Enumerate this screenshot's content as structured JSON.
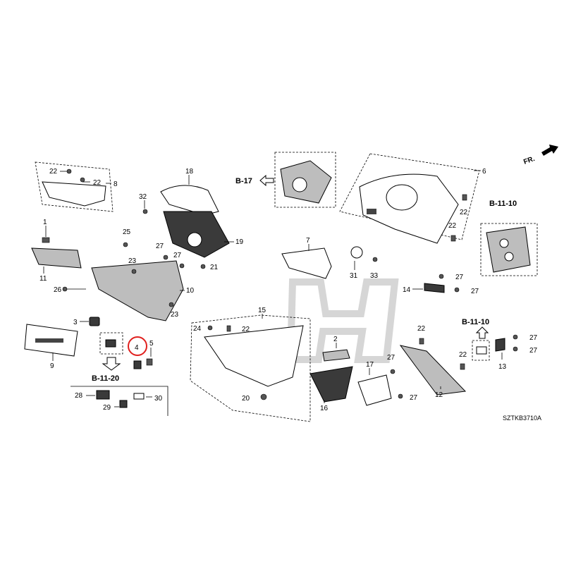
{
  "diagram": {
    "drawing_code": "SZTKB3710A",
    "direction_label": "FR.",
    "highlighted_part": "4",
    "highlight_color": "#e0201e",
    "references": [
      "B-17",
      "B-11-10",
      "B-11-10",
      "B-11-20"
    ],
    "callouts": {
      "c1": "1",
      "c2": "2",
      "c3": "3",
      "c4": "4",
      "c5": "5",
      "c6": "6",
      "c7": "7",
      "c8": "8",
      "c9": "9",
      "c10": "10",
      "c11": "11",
      "c12": "12",
      "c13": "13",
      "c14": "14",
      "c15": "15",
      "c16": "16",
      "c17": "17",
      "c18": "18",
      "c19": "19",
      "c20": "20",
      "c21": "21",
      "c22a": "22",
      "c22b": "22",
      "c22c": "22",
      "c22d": "22",
      "c22e": "22",
      "c22f": "22",
      "c22g": "22",
      "c23a": "23",
      "c23b": "23",
      "c24": "24",
      "c25": "25",
      "c27a": "27",
      "c27b": "27",
      "c27c": "27",
      "c27d": "27",
      "c27e": "27",
      "c27f": "27",
      "c27g": "27",
      "c27h": "27",
      "c28": "28",
      "c29": "29",
      "c30": "30",
      "c31": "31",
      "c32": "32",
      "c33": "33"
    }
  }
}
